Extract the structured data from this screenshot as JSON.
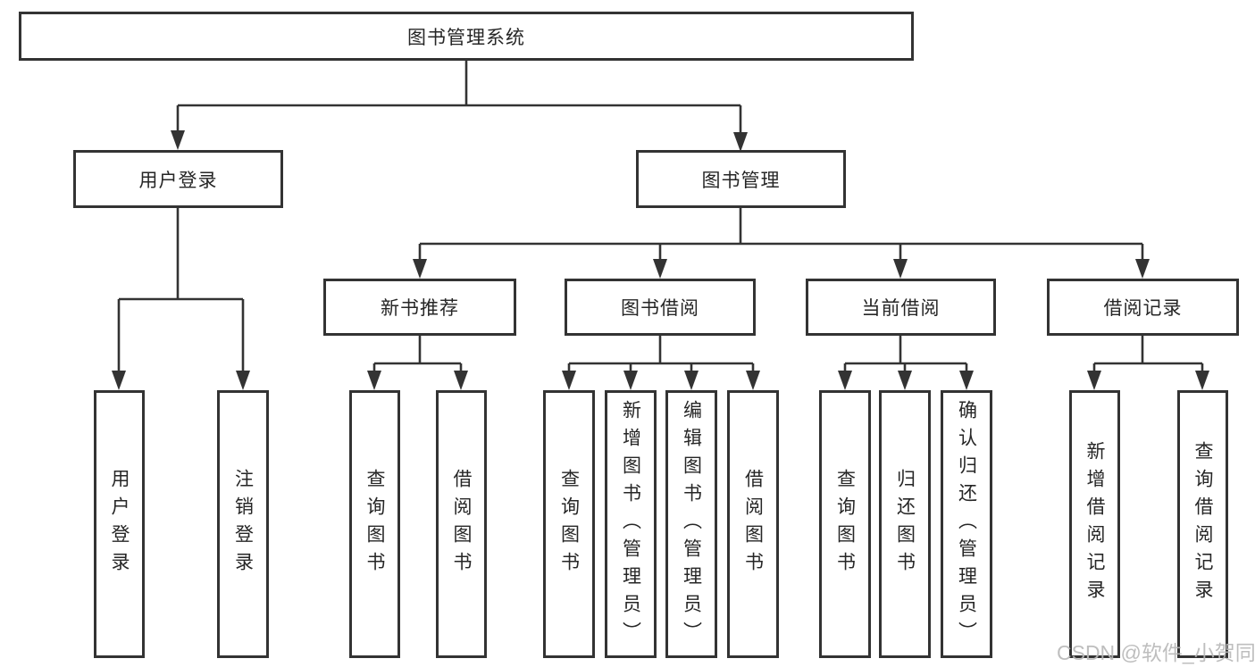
{
  "colors": {
    "line": "#333333",
    "text": "#262626",
    "background": "#ffffff",
    "watermark": "#b8b8b8"
  },
  "watermark": {
    "text": "CSDN @软件_小贺同学"
  },
  "tree": {
    "root": {
      "label": "图书管理系统"
    },
    "branches": [
      {
        "label": "用户登录",
        "children": [
          {
            "label": "用户登录"
          },
          {
            "label": "注销登录"
          }
        ]
      },
      {
        "label": "图书管理",
        "children": [
          {
            "label": "新书推荐",
            "children": [
              {
                "label": "查询图书"
              },
              {
                "label": "借阅图书"
              }
            ]
          },
          {
            "label": "图书借阅",
            "children": [
              {
                "label": "查询图书"
              },
              {
                "label": "新增图书（管理员）"
              },
              {
                "label": "编辑图书（管理员）"
              },
              {
                "label": "借阅图书"
              }
            ]
          },
          {
            "label": "当前借阅",
            "children": [
              {
                "label": "查询图书"
              },
              {
                "label": "归还图书"
              },
              {
                "label": "确认归还（管理员）"
              }
            ]
          },
          {
            "label": "借阅记录",
            "children": [
              {
                "label": "新增借阅记录"
              },
              {
                "label": "查询借阅记录"
              }
            ]
          }
        ]
      }
    ]
  }
}
